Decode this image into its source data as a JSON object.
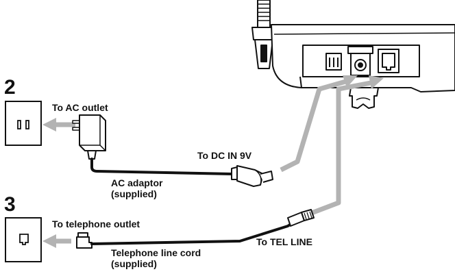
{
  "steps": {
    "ac": "2",
    "tel": "3"
  },
  "labels": {
    "to_ac_outlet": "To AC outlet",
    "to_dc_in": "To DC IN 9V",
    "ac_adaptor": "AC adaptor",
    "ac_adaptor_supplied": "(supplied)",
    "to_telephone_outlet": "To telephone outlet",
    "telephone_line_cord": "Telephone line cord",
    "telephone_line_cord_supplied": "(supplied)",
    "to_tel_line": "To TEL LINE"
  },
  "colors": {
    "line": "#111111",
    "arrow": "#b3b3b3",
    "device_fill": "#ffffff",
    "background": "#ffffff"
  },
  "icons": {
    "ac_outlet": "ac-wall-outlet",
    "telephone_outlet": "telephone-wall-jack",
    "adaptor": "ac-power-adaptor",
    "dc_plug": "dc-plug",
    "modular_plug": "rj11-modular-plug"
  }
}
